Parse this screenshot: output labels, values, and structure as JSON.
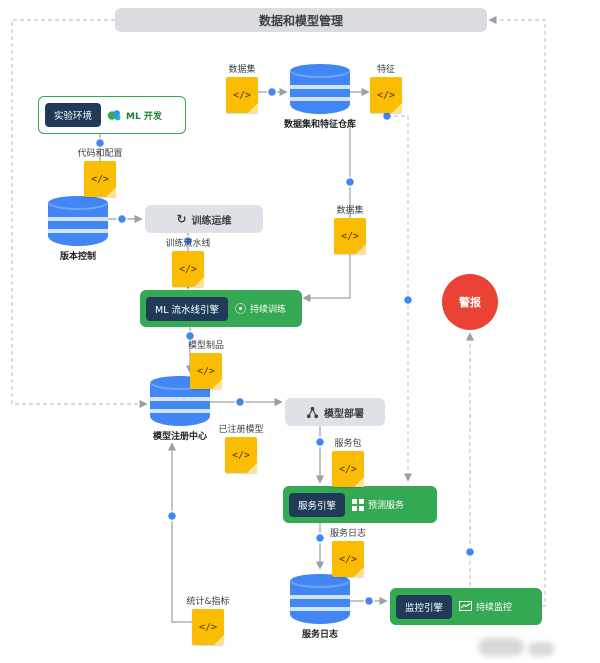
{
  "header": {
    "title": "数据和模型管理"
  },
  "boxes": {
    "experiment": {
      "label": "实验环境",
      "tag": "ML 开发"
    },
    "training_ops": {
      "label": "训练运维"
    },
    "ml_pipeline": {
      "label": "ML 流水线引擎",
      "tag": "持续训练"
    },
    "model_deploy": {
      "label": "模型部署"
    },
    "serving": {
      "label": "服务引擎",
      "tag": "预测服务"
    },
    "monitoring": {
      "label": "监控引擎",
      "tag": "持续监控"
    }
  },
  "databases": {
    "feature_store": {
      "label": "数据集和特征仓库"
    },
    "version_control": {
      "label": "版本控制"
    },
    "model_registry": {
      "label": "模型注册中心"
    },
    "serving_logs": {
      "label": "服务日志"
    }
  },
  "docs": {
    "dataset_top": {
      "label": "数据集",
      "glyph": "</>"
    },
    "feature": {
      "label": "特征",
      "glyph": "</>"
    },
    "code_config": {
      "label": "代码和配置",
      "glyph": "</>"
    },
    "training_pipeline": {
      "label": "训练流水线",
      "glyph": "</>"
    },
    "dataset_mid": {
      "label": "数据集",
      "glyph": "</>"
    },
    "model_artifact": {
      "label": "模型制品",
      "glyph": "</>"
    },
    "registered_model": {
      "label": "已注册模型",
      "glyph": "</>"
    },
    "service_package": {
      "label": "服务包",
      "glyph": "</>"
    },
    "service_log_doc": {
      "label": "服务日志",
      "glyph": "</>"
    },
    "stats_metrics": {
      "label": "统计&指标",
      "glyph": "</>"
    }
  },
  "alert": {
    "label": "警报"
  },
  "icons": {
    "loop": "↻"
  },
  "colors": {
    "blue": "#4285F4",
    "green": "#34A853",
    "yellow": "#FBBC04",
    "navy": "#1F3B57",
    "gray": "#DADCE0",
    "red": "#EA4335",
    "line": "#9AA0A6"
  }
}
